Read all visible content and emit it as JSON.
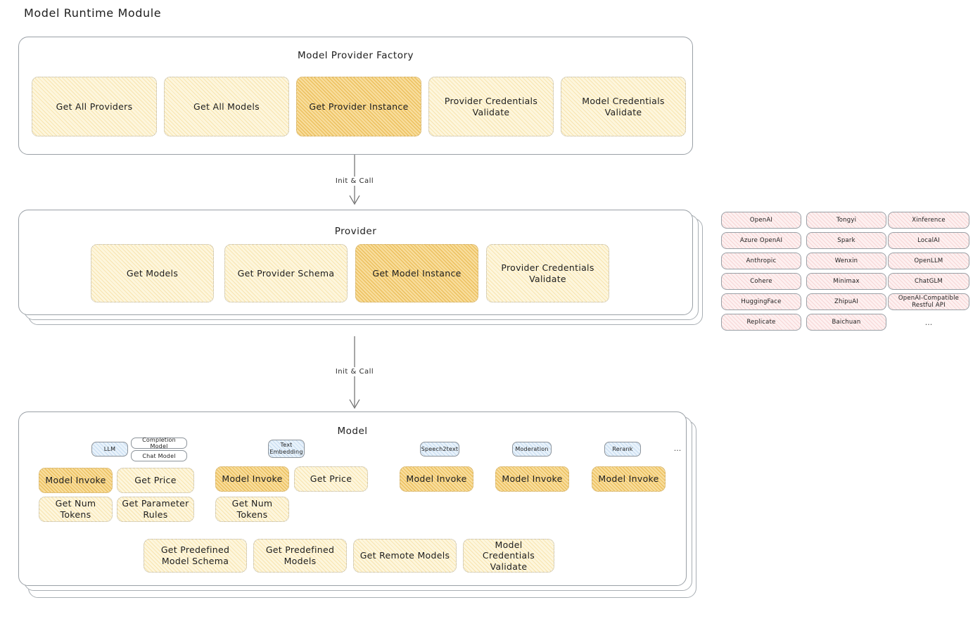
{
  "title": "Model Runtime Module",
  "connectors": [
    {
      "label": "Init & Call"
    },
    {
      "label": "Init & Call"
    }
  ],
  "factory": {
    "title": "Model Provider Factory",
    "boxes": [
      {
        "label": "Get All Providers",
        "highlight": false
      },
      {
        "label": "Get All Models",
        "highlight": false
      },
      {
        "label": "Get Provider Instance",
        "highlight": true
      },
      {
        "label": "Provider Credentials Validate",
        "highlight": false
      },
      {
        "label": "Model Credentials Validate",
        "highlight": false
      }
    ]
  },
  "provider": {
    "title": "Provider",
    "boxes": [
      {
        "label": "Get Models",
        "highlight": false
      },
      {
        "label": "Get Provider Schema",
        "highlight": false
      },
      {
        "label": "Get Model Instance",
        "highlight": true
      },
      {
        "label": "Provider Credentials Validate",
        "highlight": false
      }
    ]
  },
  "provider_list": {
    "more": "...",
    "columns": [
      [
        "OpenAI",
        "Azure OpenAI",
        "Anthropic",
        "Cohere",
        "HuggingFace",
        "Replicate"
      ],
      [
        "Tongyi",
        "Spark",
        "Wenxin",
        "Minimax",
        "ZhipuAI",
        "Baichuan"
      ],
      [
        "Xinference",
        "LocalAI",
        "OpenLLM",
        "ChatGLM",
        "OpenAI-Compatible Restful API"
      ]
    ]
  },
  "model": {
    "title": "Model",
    "more": "...",
    "types": [
      {
        "name": "LLM",
        "subchips": [
          "Completion Model",
          "Chat Model"
        ]
      },
      {
        "name": "Text Embedding",
        "subchips": []
      },
      {
        "name": "Speech2text",
        "subchips": []
      },
      {
        "name": "Moderation",
        "subchips": []
      },
      {
        "name": "Rerank",
        "subchips": []
      }
    ],
    "methods": {
      "llm": [
        {
          "label": "Model Invoke",
          "highlight": true
        },
        {
          "label": "Get Price",
          "highlight": false
        },
        {
          "label": "Get Num Tokens",
          "highlight": false
        },
        {
          "label": "Get Parameter Rules",
          "highlight": false
        }
      ],
      "text_embedding": [
        {
          "label": "Model Invoke",
          "highlight": true
        },
        {
          "label": "Get Price",
          "highlight": false
        },
        {
          "label": "Get Num Tokens",
          "highlight": false
        }
      ],
      "speech2text": [
        {
          "label": "Model Invoke",
          "highlight": true
        }
      ],
      "moderation": [
        {
          "label": "Model Invoke",
          "highlight": true
        }
      ],
      "rerank": [
        {
          "label": "Model Invoke",
          "highlight": true
        }
      ]
    },
    "shared": [
      {
        "label": "Get Predefined Model Schema",
        "highlight": false
      },
      {
        "label": "Get Predefined Models",
        "highlight": false
      },
      {
        "label": "Get Remote Models",
        "highlight": false
      },
      {
        "label": "Model Credentials Validate",
        "highlight": false
      }
    ]
  }
}
